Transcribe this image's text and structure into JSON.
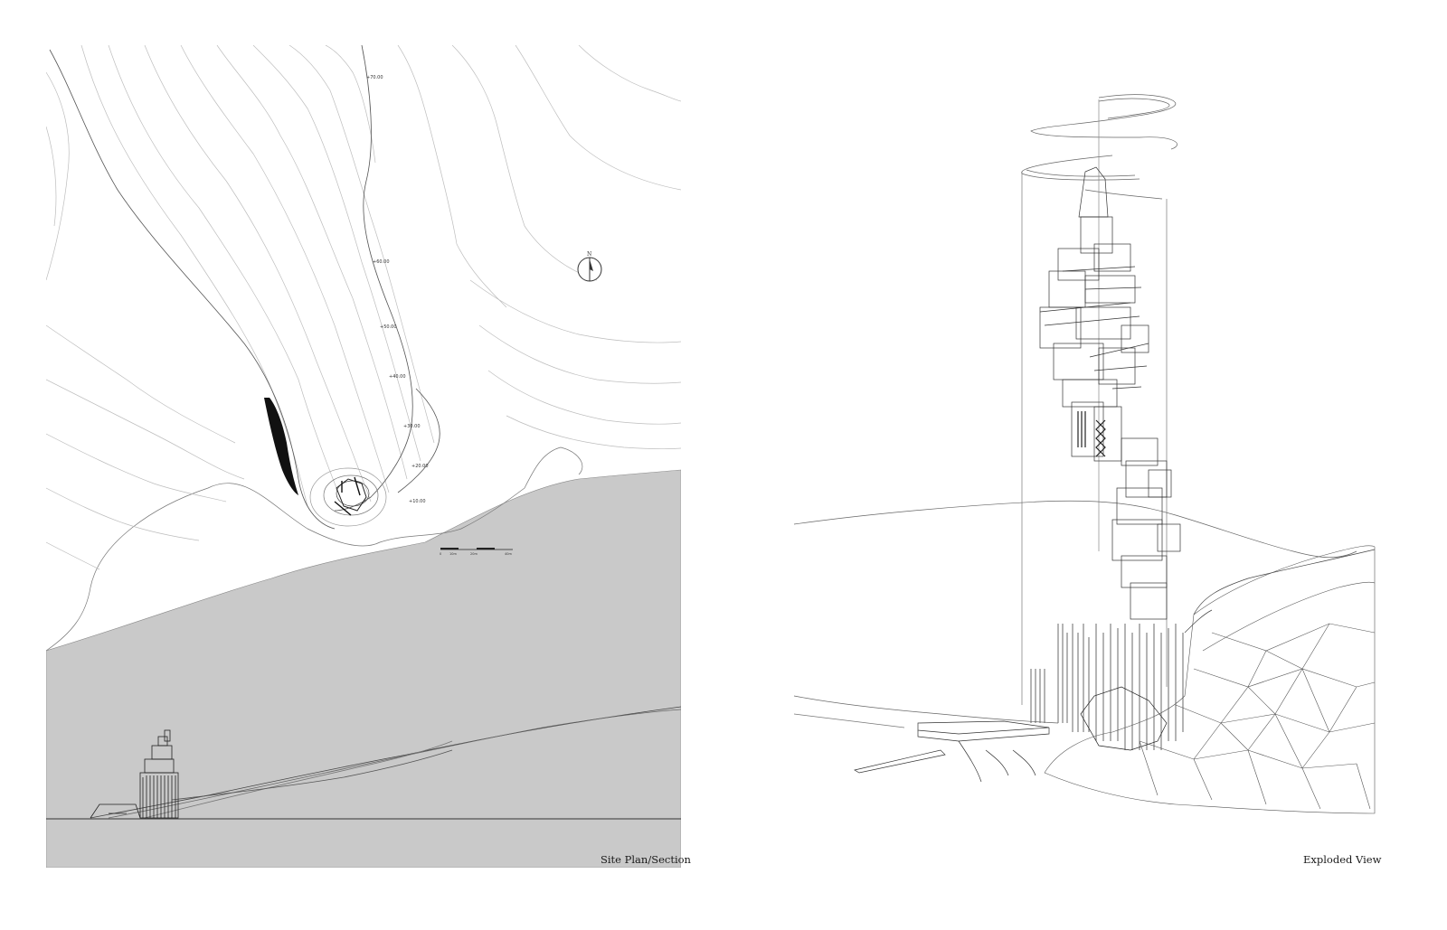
{
  "left_panel": {
    "caption": "Site Plan/Section",
    "north_label": "N",
    "contour_labels": [
      "+70.00",
      "+60.00",
      "+50.00",
      "+40.00",
      "+30.00",
      "+20.00",
      "+10.00"
    ],
    "scale_bar": [
      "0",
      "10m",
      "20m",
      "40m"
    ]
  },
  "right_panel": {
    "caption": "Exploded View"
  },
  "colors": {
    "background": "#ffffff",
    "ground_fill": "#c9c9c9",
    "contour_line": "#b8b8b8",
    "ink": "#333333"
  }
}
